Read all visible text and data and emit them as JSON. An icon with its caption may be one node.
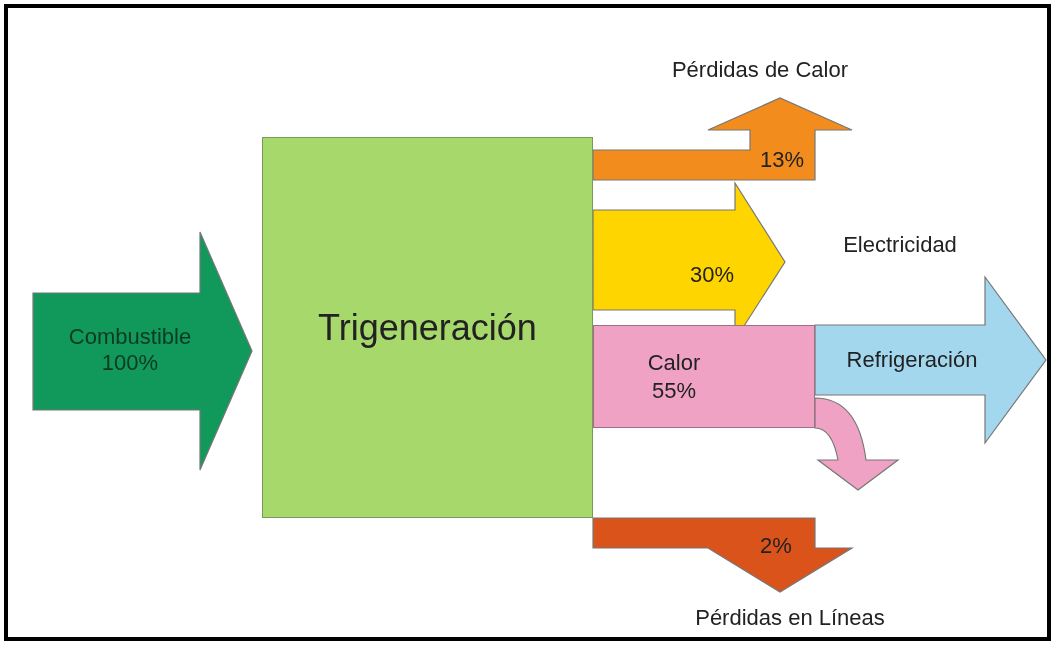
{
  "diagram": {
    "nodes": [
      {
        "text": [
          "Trigeneración"
        ]
      },
      {
        "text": [
          "Pérdidas de Calor"
        ]
      },
      {
        "text": [
          "Electricidad"
        ]
      },
      {
        "text": [
          "Calor 55%"
        ]
      },
      {
        "text": [
          "Pérdidas en Líneas"
        ]
      }
    ],
    "edges": [
      {
        "from": null,
        "to": 0,
        "arrow": "to",
        "label": "Combustible 100%",
        "style": "thick",
        "color": "#10995a"
      },
      {
        "from": 0,
        "to": 1,
        "arrow": "to",
        "label": "13%",
        "style": "thick",
        "color": "#f28c1c"
      },
      {
        "from": 0,
        "to": 2,
        "arrow": "to",
        "label": "30%",
        "style": "thick",
        "color": "#ffd500"
      },
      {
        "from": 3,
        "to": null,
        "arrow": "to",
        "label": "Refrigeración",
        "style": "thick",
        "color": "#a3d7ee"
      },
      {
        "from": 3,
        "to": null,
        "arrow": "to",
        "style": "thick",
        "color": "#f0a2c4"
      },
      {
        "from": 0,
        "to": 4,
        "arrow": "to",
        "label": "2%",
        "style": "thick",
        "color": "#d9531b"
      }
    ]
  }
}
